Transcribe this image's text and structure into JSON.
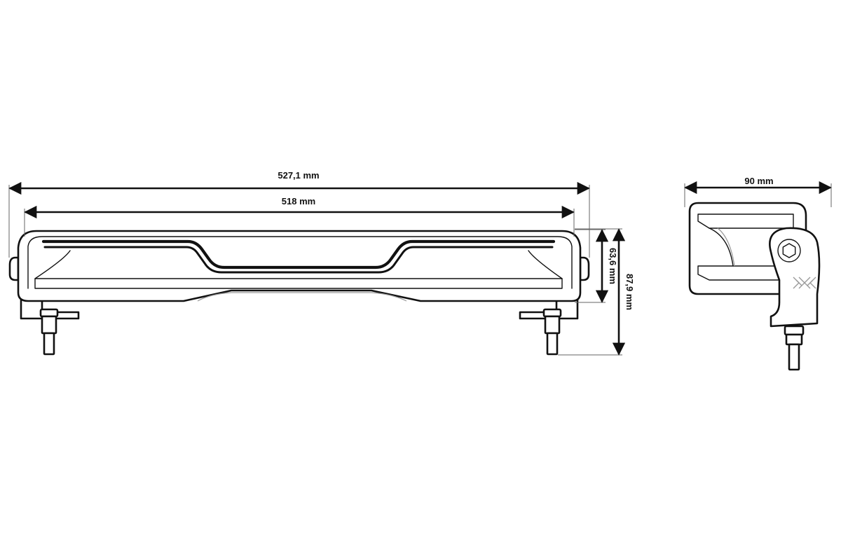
{
  "dimensions": {
    "overall_length": "527,1 mm",
    "lens_length": "518 mm",
    "housing_height": "63,6 mm",
    "total_height": "87,9 mm",
    "depth": "90 mm"
  },
  "colors": {
    "line": "#111111",
    "background": "#ffffff",
    "logo": "#9a9a9a"
  }
}
